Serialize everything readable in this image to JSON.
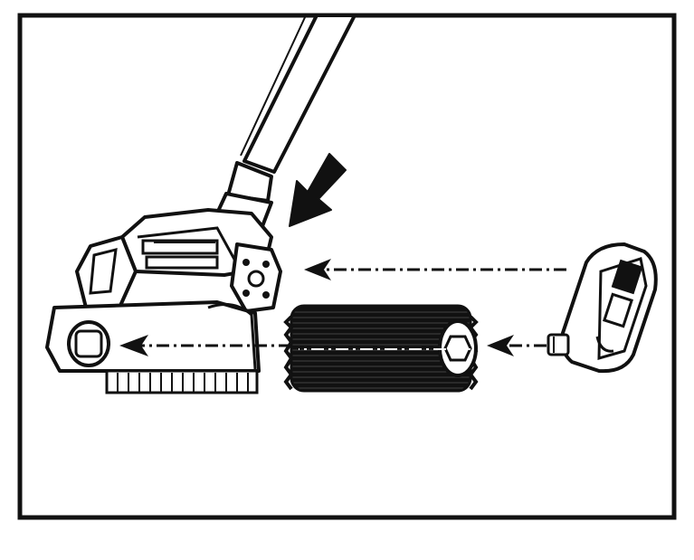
{
  "figure": {
    "type": "assembly-illustration",
    "subject": "brush-roll-installation",
    "line_color": "#111111",
    "background_color": "#ffffff",
    "parts": [
      "handle-wand",
      "motor-head",
      "brush-roll",
      "end-cap"
    ],
    "arrows": [
      "press-down-arrow",
      "end-cap-arrow",
      "brush-insert-arrow",
      "cap-to-brush-arrow"
    ]
  }
}
